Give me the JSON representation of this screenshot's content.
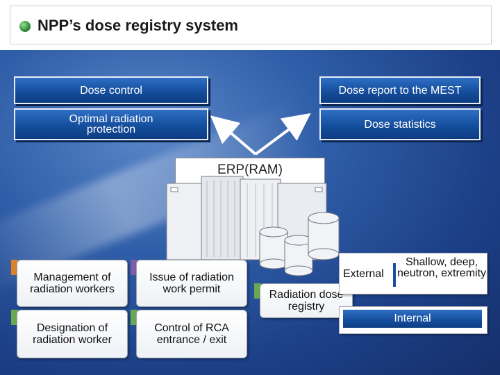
{
  "title": "NPP’s dose registry system",
  "top_left": [
    "Dose control",
    "Optimal radiation protection"
  ],
  "top_right": [
    "Dose report to the MEST",
    "Dose statistics"
  ],
  "center": "ERP(RAM)",
  "functions": {
    "management": "Management of radiation workers",
    "issue": "Issue of radiation work permit",
    "designation": "Designation of radiation worker",
    "control": "Control of RCA entrance / exit"
  },
  "registry": "Radiation dose registry",
  "external": {
    "label": "External",
    "detail": "Shallow, deep, neutron, extremity"
  },
  "internal": "Internal",
  "colors": {
    "accent_blue": "#154e9c",
    "tab_orange": "#d9822b",
    "tab_green": "#6aa84f",
    "tab_purple": "#7e5ca8"
  }
}
